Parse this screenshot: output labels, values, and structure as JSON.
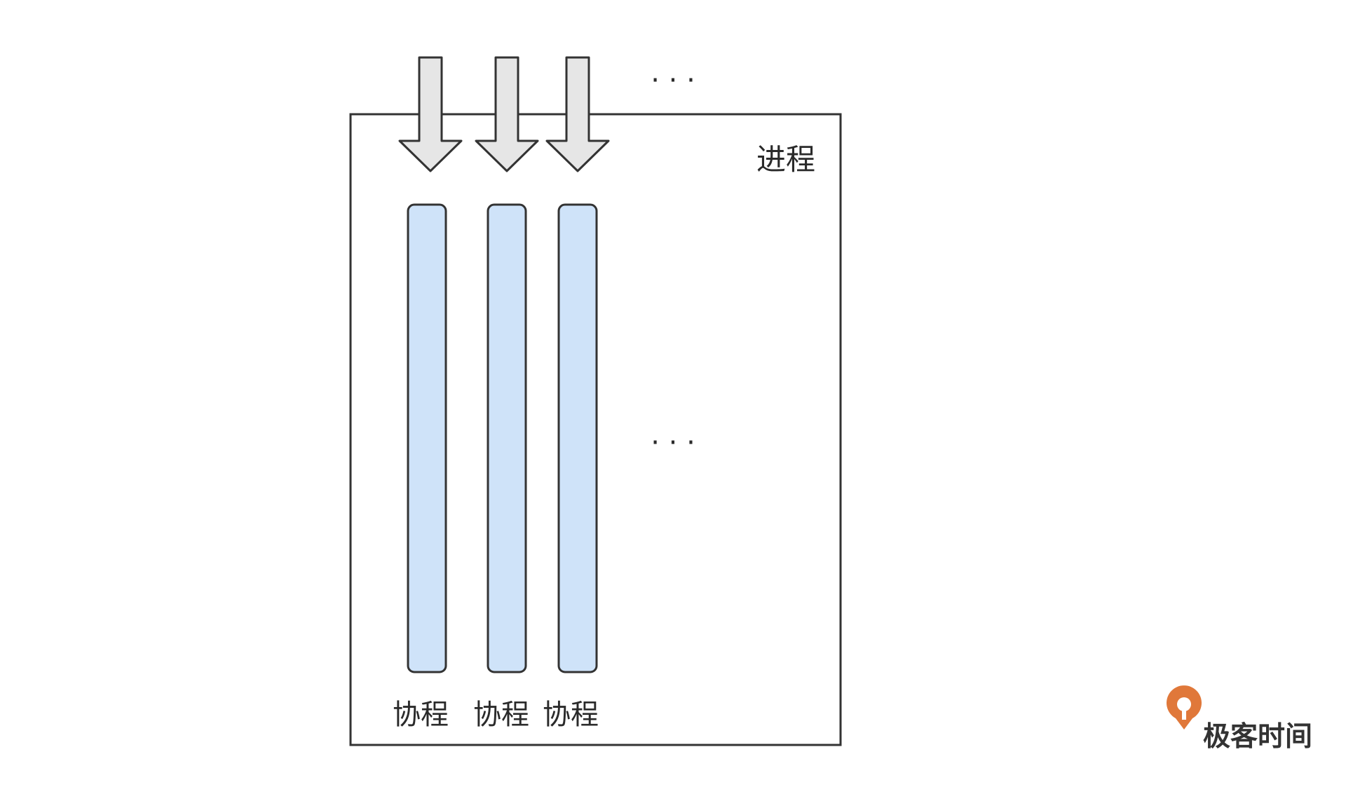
{
  "diagram": {
    "process_label": "进程",
    "ellipsis_top": "· · ·",
    "ellipsis_middle": "· · ·",
    "coroutines": [
      {
        "label": "协程"
      },
      {
        "label": "协程"
      },
      {
        "label": "协程"
      }
    ]
  },
  "watermark": {
    "brand": "极客时间"
  },
  "colors": {
    "coroutine_fill": "#cfe3f9",
    "arrow_fill": "#e6e6e6",
    "stroke": "#333333",
    "logo_orange": "#e0783a"
  }
}
